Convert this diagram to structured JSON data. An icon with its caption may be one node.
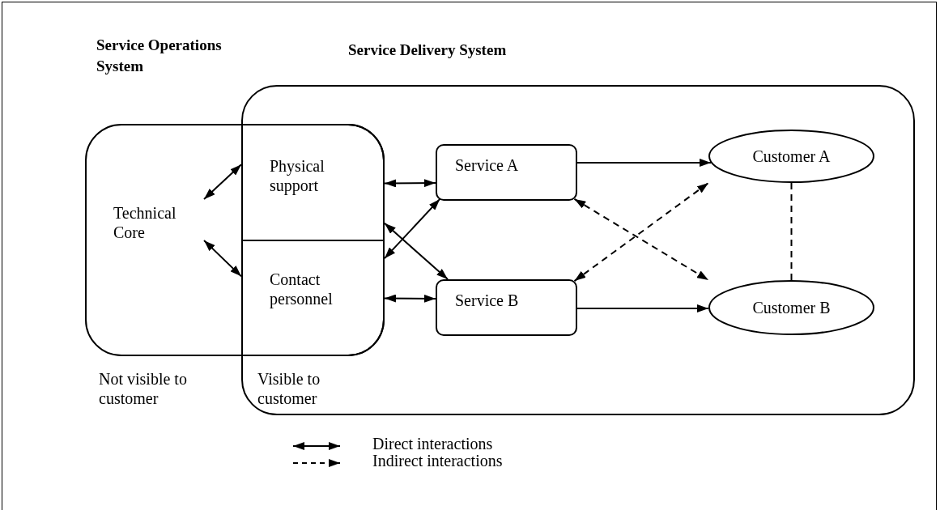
{
  "diagram": {
    "nodes": [
      {
        "text": [
          "Service Delivery System"
        ]
      },
      {
        "text": [
          "Service Operations System"
        ]
      },
      {
        "text": [
          "Technical Core"
        ],
        "in": 1
      },
      {
        "text": [
          "Physical support"
        ]
      },
      {
        "text": [
          "Contact personnel"
        ]
      },
      {
        "text": [
          "Service A"
        ],
        "in": 0
      },
      {
        "text": [
          "Service B"
        ],
        "in": 0
      },
      {
        "text": [
          "Customer A"
        ],
        "in": 0
      },
      {
        "text": [
          "Customer B"
        ],
        "in": 0
      }
    ],
    "edges": [
      {
        "from": 2,
        "to": 3,
        "arrow": "both"
      },
      {
        "from": 2,
        "to": 4,
        "arrow": "both"
      },
      {
        "from": 3,
        "to": 5,
        "arrow": "both"
      },
      {
        "from": 4,
        "to": 5,
        "arrow": "both"
      },
      {
        "from": 3,
        "to": 6,
        "arrow": "both"
      },
      {
        "from": 4,
        "to": 6,
        "arrow": "both"
      },
      {
        "from": 5,
        "to": 7,
        "arrow": "to"
      },
      {
        "from": 6,
        "to": 8,
        "arrow": "to"
      },
      {
        "from": 6,
        "to": 7,
        "arrow": "both",
        "style": "dashed"
      },
      {
        "from": 5,
        "to": 8,
        "arrow": "both",
        "style": "dashed"
      },
      {
        "from": 7,
        "to": 8,
        "arrow": "none",
        "style": "dashed"
      }
    ],
    "labels": [
      "Not visible to customer",
      "Visible to customer"
    ],
    "legend": [
      {
        "text": "Direct interactions"
      },
      {
        "text": "Indirect interactions"
      }
    ]
  }
}
